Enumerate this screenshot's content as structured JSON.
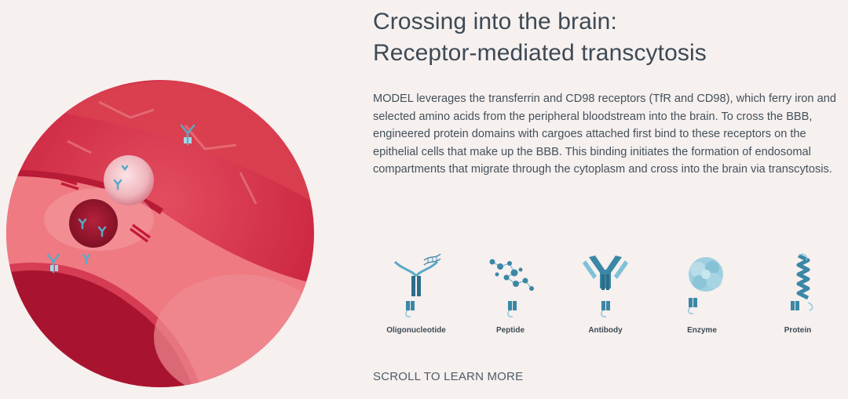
{
  "header": {
    "title_line1": "Crossing into the brain:",
    "title_line2": "Receptor-mediated transcytosis"
  },
  "body": {
    "description": "MODEL leverages the transferrin and CD98 receptors (TfR and CD98), which ferry iron and selected amino acids from the peripheral bloodstream into the brain. To cross the BBB, engineered protein domains with cargoes attached first bind to these receptors on the epithelial cells that make up the BBB. This binding initiates the formation of endosomal compartments that migrate through the cytoplasm and cross into the brain via transcytosis."
  },
  "cargoes": [
    {
      "label": "Oligonucleotide",
      "icon": "oligonucleotide-icon"
    },
    {
      "label": "Peptide",
      "icon": "peptide-icon"
    },
    {
      "label": "Antibody",
      "icon": "antibody-icon"
    },
    {
      "label": "Enzyme",
      "icon": "enzyme-icon"
    },
    {
      "label": "Protein",
      "icon": "protein-icon"
    }
  ],
  "footer": {
    "scroll_label": "SCROLL TO LEARN MORE"
  },
  "colors": {
    "background": "#f6f0ef",
    "text": "#3d4a55",
    "accent_blue": "#4ea2c1",
    "blood_red": "#c41f3c",
    "cell_pink": "#ef7a82"
  }
}
